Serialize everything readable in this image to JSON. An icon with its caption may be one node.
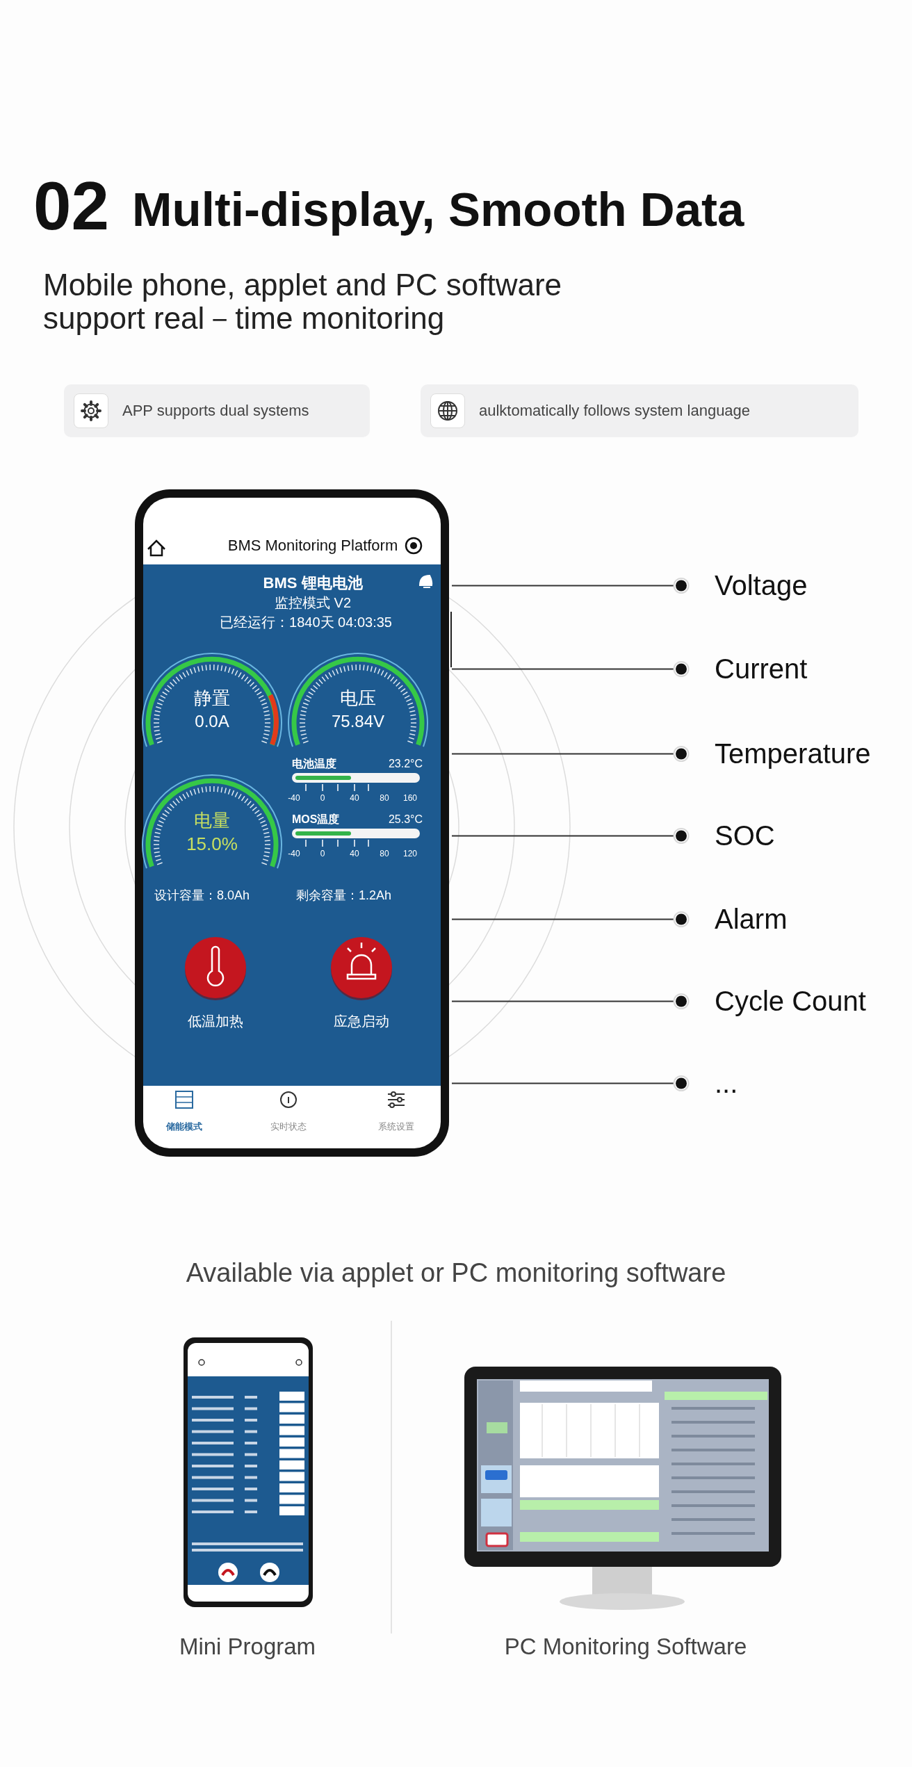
{
  "diagram": {
    "title": "Multi-display, Smooth Data",
    "nodes": [
      {
        "text": [
          "APP supports dual systems"
        ]
      },
      {
        "text": [
          "aulktomatically follows system language"
        ]
      },
      {
        "text": [],
        "shape": "picture"
      },
      {
        "text": [
          "Voltage"
        ]
      },
      {
        "text": [
          "Current"
        ]
      },
      {
        "text": [
          "Temperature"
        ]
      },
      {
        "text": [
          "SOC"
        ]
      },
      {
        "text": [
          "Alarm"
        ]
      },
      {
        "text": [
          "Cycle Count"
        ]
      },
      {
        "text": [
          "..."
        ]
      },
      {
        "text": [],
        "shape": "picture",
        "beside": [
          "Mini Program"
        ]
      },
      {
        "text": [],
        "shape": "picture",
        "beside": [
          "PC Monitoring Software"
        ]
      }
    ],
    "edges": [
      {
        "from": 3,
        "to": 2,
        "arrow": "other"
      },
      {
        "from": 4,
        "to": 2,
        "arrow": "other"
      },
      {
        "from": 5,
        "to": 2,
        "arrow": "other"
      },
      {
        "from": 6,
        "to": 2,
        "arrow": "other"
      },
      {
        "from": 7,
        "to": 2,
        "arrow": "other"
      },
      {
        "from": 8,
        "to": 2,
        "arrow": "other"
      },
      {
        "from": 9,
        "to": 2,
        "arrow": "other"
      }
    ],
    "labels": [
      "02",
      "Mobile phone, applet and PC software support real－time monitoring",
      "BMS Monitoring Platform",
      "BMS 锂电电池",
      "监控模式 V2",
      "已经运行：1840天 04:03:35",
      "静置",
      "0.0A",
      "电压",
      "75.84V",
      "电量",
      "15.0%",
      "电池温度",
      "23.2°C",
      "-40",
      "0",
      "40",
      "80",
      "160",
      "MOS温度",
      "25.3°C",
      "-40",
      "0",
      "40",
      "80",
      "120",
      "设计容量：8.0Ah",
      "剩余容量：1.2Ah",
      "低温加热",
      "应急启动",
      "储能模式",
      "实时状态",
      "系统设置",
      "Available via applet or PC monitoring software"
    ]
  }
}
